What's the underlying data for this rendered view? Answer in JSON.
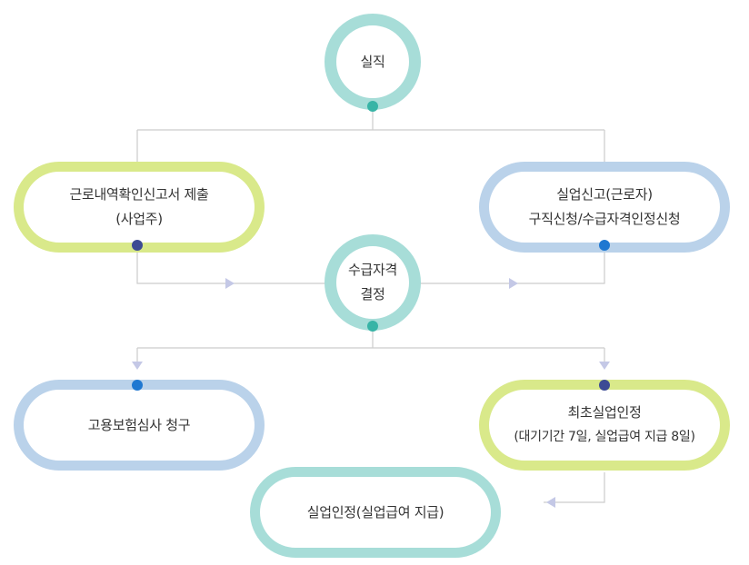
{
  "nodes": {
    "job_loss": {
      "lines": [
        "실직"
      ]
    },
    "employer_report": {
      "lines": [
        "근로내역확인신고서 제출",
        "(사업주)"
      ]
    },
    "unemployment_claim": {
      "lines": [
        "실업신고(근로자)",
        "구직신청/수급자격인정신청"
      ]
    },
    "eligibility_decision": {
      "lines": [
        "수급자격",
        "결정"
      ]
    },
    "insurance_review": {
      "lines": [
        "고용보험심사 청구"
      ]
    },
    "first_recognition": {
      "lines": [
        "최초실업인정",
        "(대기기간 7일, 실업급여 지급 8일)"
      ]
    },
    "recognition_payment": {
      "lines": [
        "실업인정(실업급여 지급)"
      ]
    }
  },
  "colors": {
    "teal_border": "#a7ddd8",
    "green_border": "#d9e98a",
    "blue_border": "#bad2ea",
    "connector": "#cccccc",
    "arrow": "#c4c8e6",
    "dot_teal": "#38b4a6",
    "dot_navy": "#3d4b94",
    "dot_blue": "#1f78d1"
  }
}
